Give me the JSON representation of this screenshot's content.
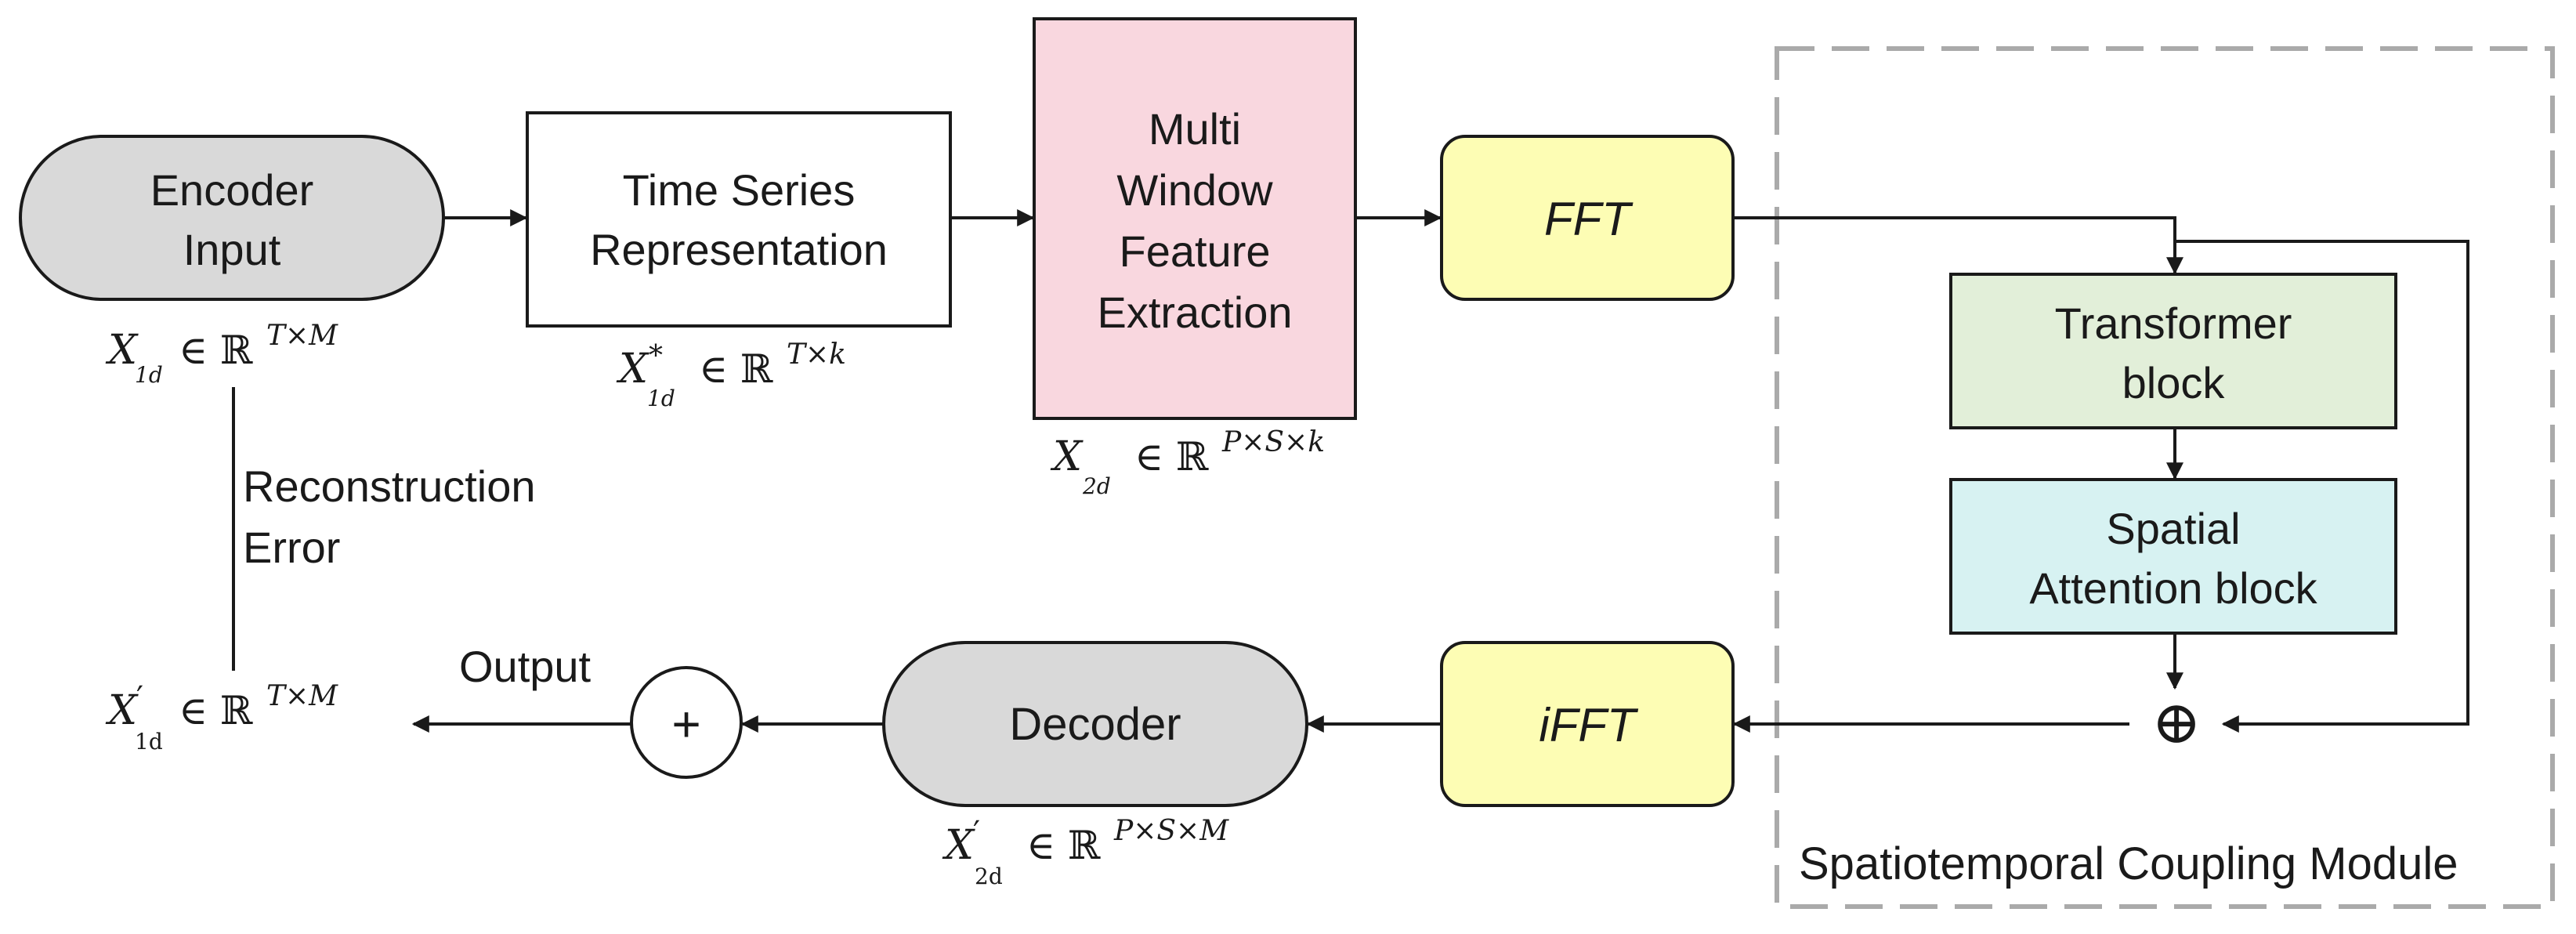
{
  "colors": {
    "encoder_fill": "#d9d9d9",
    "decoder_fill": "#d9d9d9",
    "time_series_fill": "#ffffff",
    "multi_window_fill": "#f9d7df",
    "fft_fill": "#fdfdb4",
    "ifft_fill": "#fdfdb4",
    "transformer_fill": "#e2efd9",
    "spatial_fill": "#d7f2f2",
    "stroke": "#1a1a1a",
    "module_border": "#aaaaaa"
  },
  "nodes": {
    "encoder": {
      "line1": "Encoder",
      "line2": "Input"
    },
    "time_series": {
      "line1": "Time Series",
      "line2": "Representation"
    },
    "multi_window": {
      "line1": "Multi",
      "line2": "Window",
      "line3": "Feature",
      "line4": "Extraction"
    },
    "fft": {
      "label": "FFT"
    },
    "transformer": {
      "line1": "Transformer",
      "line2": "block"
    },
    "spatial": {
      "line1": "Spatial",
      "line2": "Attention block"
    },
    "ifft": {
      "label": "iFFT"
    },
    "decoder": {
      "label": "Decoder"
    },
    "plus_circle": {
      "label": "+"
    },
    "oplus": {
      "label": "⊕"
    }
  },
  "labels": {
    "reconstruction": {
      "line1": "Reconstruction",
      "line2": "Error"
    },
    "output": "Output",
    "module": "Spatiotemporal Coupling Module"
  },
  "math": {
    "x1d": {
      "var": "X",
      "sub": "1d",
      "rel": "∈ ℝ",
      "sup": "T×M"
    },
    "x1d_star": {
      "var": "X",
      "prime": "*",
      "sub": "1d",
      "rel": "∈ ℝ",
      "sup": "T×k"
    },
    "x2d": {
      "var": "X",
      "sub": "2d",
      "rel": "∈ ℝ",
      "sup": "P×S×k"
    },
    "x1d_prime": {
      "var": "X",
      "prime": "′",
      "sub": "1d",
      "rel": "∈ ℝ",
      "sup": "T×M"
    },
    "x2d_prime": {
      "var": "X",
      "prime": "′",
      "sub": "2d",
      "rel": "∈ ℝ",
      "sup": "P×S×M"
    }
  }
}
